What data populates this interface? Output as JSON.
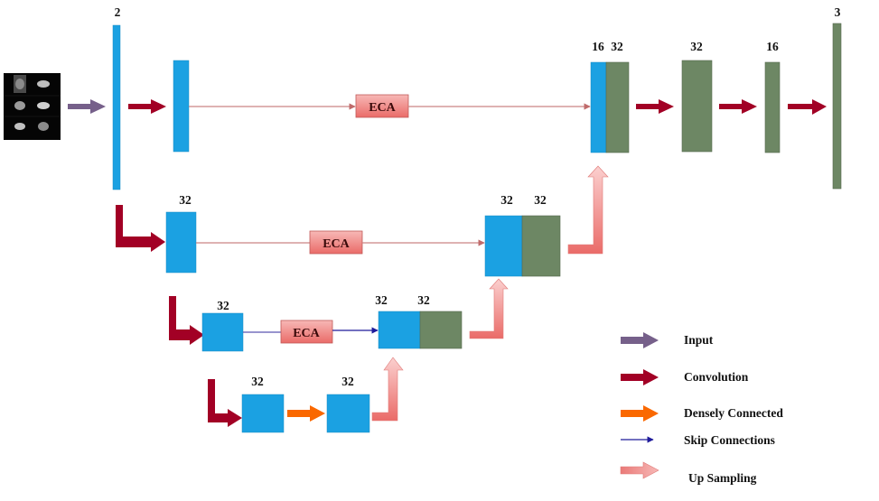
{
  "colors": {
    "encoder_block": "#1ba1e2",
    "decoder_block": "#6d8764",
    "input_arrow": "#76608a",
    "convolution_arrow": "#a20025",
    "densely_connected_arrow": "#fa6800",
    "skip_connection_arrow": "#1f1b9b",
    "skip_connection_line_light": "#c98585",
    "up_sampling_arrow": "#f08080",
    "eca_fill": "#f19c99"
  },
  "input_image": {
    "description": "grid of 6 grayscale brain MRI slices (3 rows x 2 cols)"
  },
  "level1": {
    "input_channels_label": "2",
    "encoder_label": "",
    "eca_label": "ECA",
    "concat_labels": [
      "16",
      "32"
    ],
    "decoder_labels": [
      "32",
      "16"
    ],
    "output_channels_label": "3"
  },
  "level2": {
    "encoder_label": "32",
    "eca_label": "ECA",
    "concat_labels": [
      "32",
      "32"
    ]
  },
  "level3": {
    "encoder_label": "32",
    "eca_label": "ECA",
    "concat_labels": [
      "32",
      "32"
    ]
  },
  "bottleneck": {
    "labels": [
      "32",
      "32"
    ]
  },
  "legend": [
    {
      "key": "input",
      "label": "Input"
    },
    {
      "key": "convolution",
      "label": "Convolution"
    },
    {
      "key": "densely_connected",
      "label": "Densely Connected"
    },
    {
      "key": "skip_connections",
      "label": "Skip Connections"
    },
    {
      "key": "up_sampling",
      "label": "Up Sampling"
    }
  ]
}
